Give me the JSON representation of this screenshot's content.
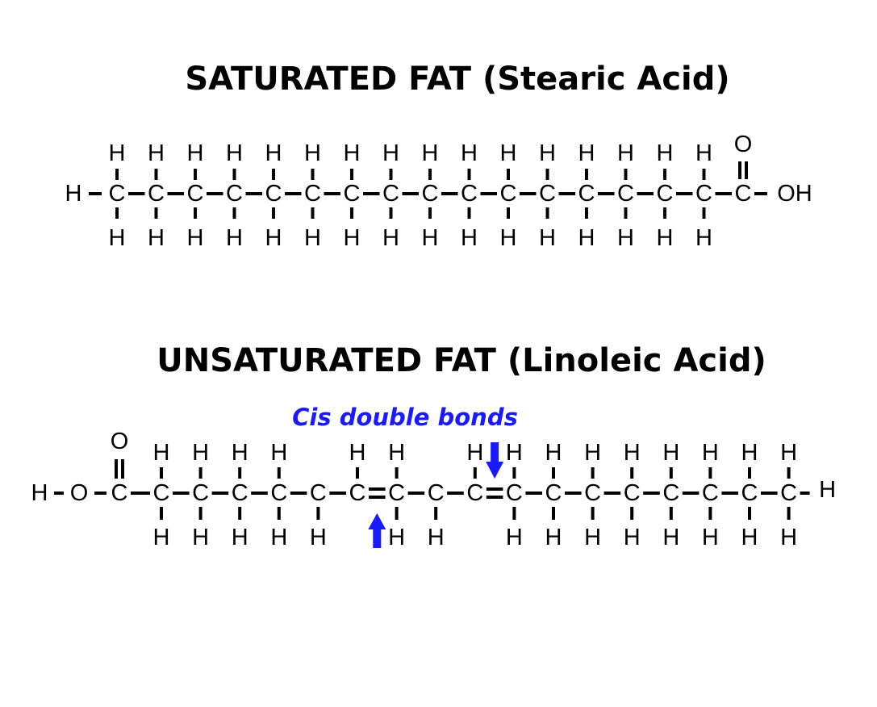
{
  "titles": {
    "saturated": "SATURATED FAT (Stearic Acid)",
    "unsaturated": "UNSATURATED FAT (Linoleic Acid)"
  },
  "annotation": {
    "text": "Cis double bonds",
    "color": "#1a1aff"
  },
  "stearic": {
    "left_cap": "H",
    "carbons": 16,
    "end_group": {
      "carbon": "C",
      "double_o": "O",
      "hydroxyl": "OH"
    }
  },
  "linoleic": {
    "start": [
      "H",
      "O"
    ],
    "acid_carbon": {
      "carbon": "C",
      "double_o": "O"
    },
    "carbon_h": [
      2,
      2,
      2,
      2,
      1,
      1,
      2,
      1,
      1,
      2,
      2,
      2,
      2,
      2,
      2,
      2,
      3
    ],
    "double_bonds_after": [
      5,
      8
    ],
    "right_cap": "H"
  },
  "labels": {
    "carbon": "C",
    "hydrogen": "H"
  }
}
